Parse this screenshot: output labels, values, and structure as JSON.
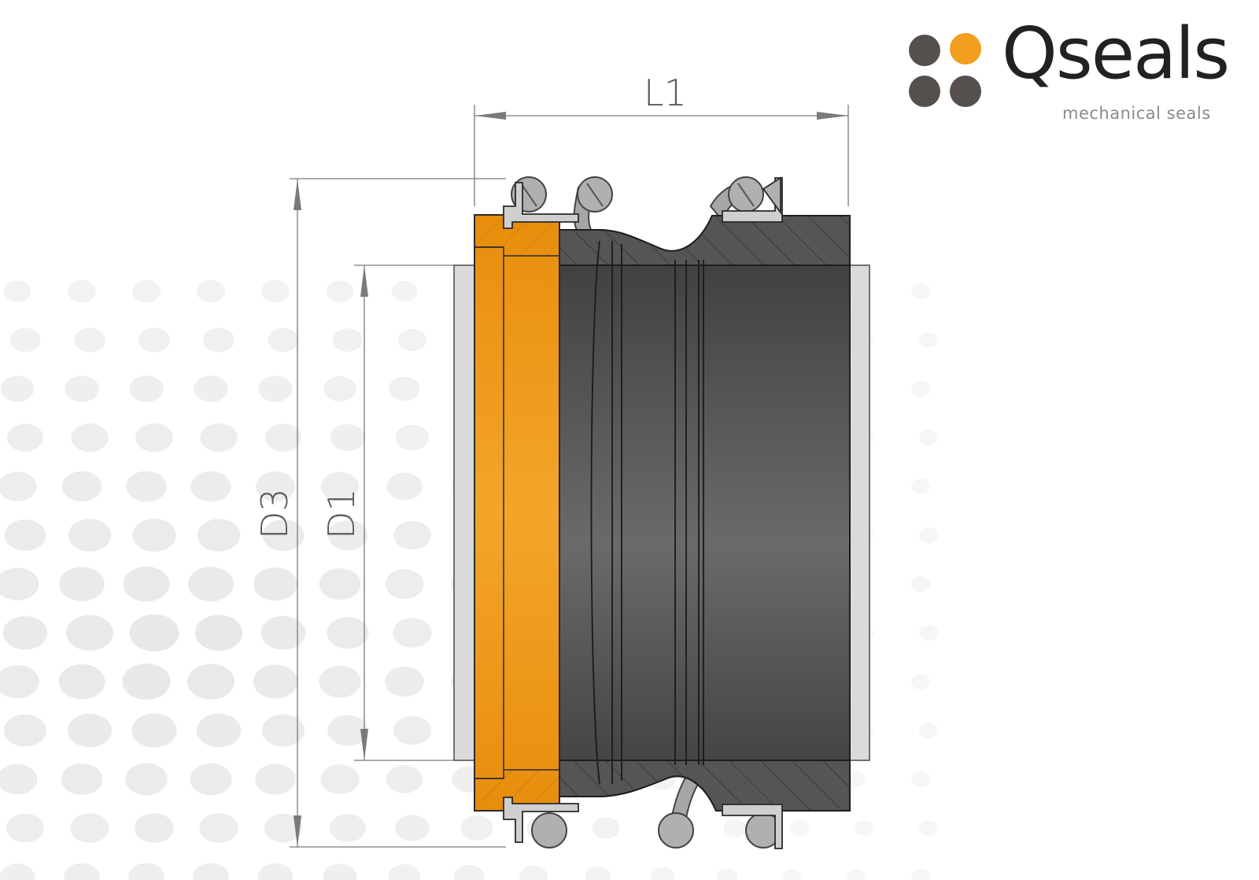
{
  "logo": {
    "name": "Qseals",
    "tagline": "mechanical seals",
    "dot_colors": [
      "#55504d",
      "#f29e1e",
      "#55504d",
      "#55504d"
    ]
  },
  "dimensions": {
    "length": "L1",
    "outer_diameter": "D3",
    "inner_diameter": "D1"
  },
  "colors": {
    "seat_ring": "#f0960f",
    "bellows": "#3b3b3b",
    "spring": "#a9a9a9",
    "sleeve": "#d9d9d9",
    "dimension_line": "#7a7a7a"
  }
}
